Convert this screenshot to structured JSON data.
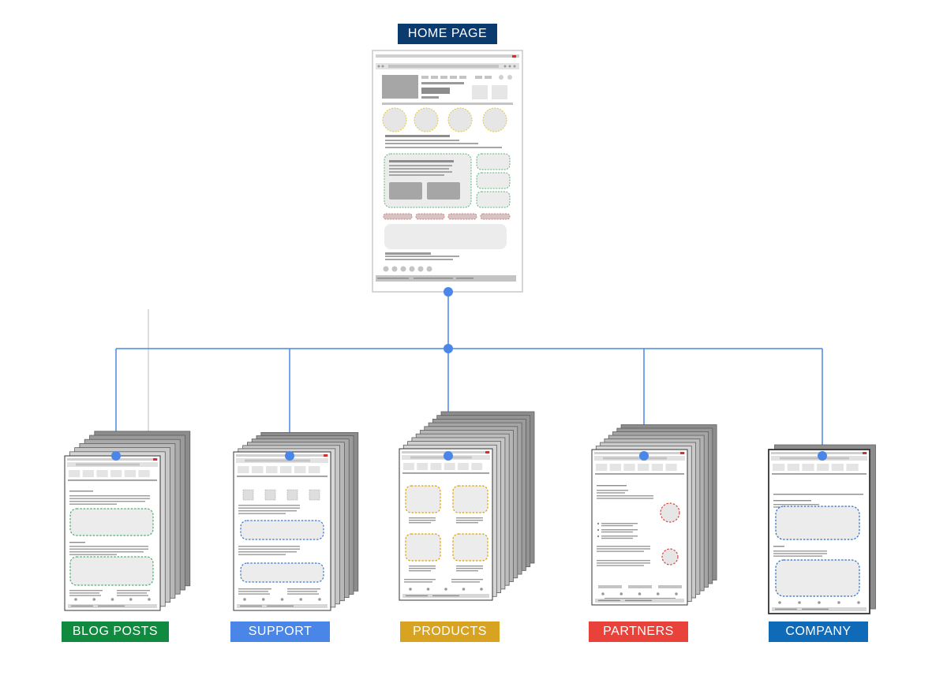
{
  "title": "HOME PAGE",
  "colors": {
    "connector": "#4a86e8",
    "title_bg": "#0b3a6e",
    "wire_gray": "#c4c4c4",
    "wire_dark": "#9a9a9a",
    "stack_dark": "#8c8c8c",
    "stack_light": "#d6d6d6"
  },
  "sections": [
    {
      "key": "blog",
      "label": "BLOG POSTS",
      "color": "#0f8a3f",
      "outline": "#4caf6a"
    },
    {
      "key": "support",
      "label": "SUPPORT",
      "color": "#4a86e8",
      "outline": "#3b78d8"
    },
    {
      "key": "products",
      "label": "PRODUCTS",
      "color": "#d9a322",
      "outline": "#e0a200"
    },
    {
      "key": "partners",
      "label": "PARTNERS",
      "color": "#e8423a",
      "outline": "#d9443c"
    },
    {
      "key": "company",
      "label": "COMPANY",
      "color": "#0f6bb8",
      "outline": "#2c6fc4"
    }
  ]
}
